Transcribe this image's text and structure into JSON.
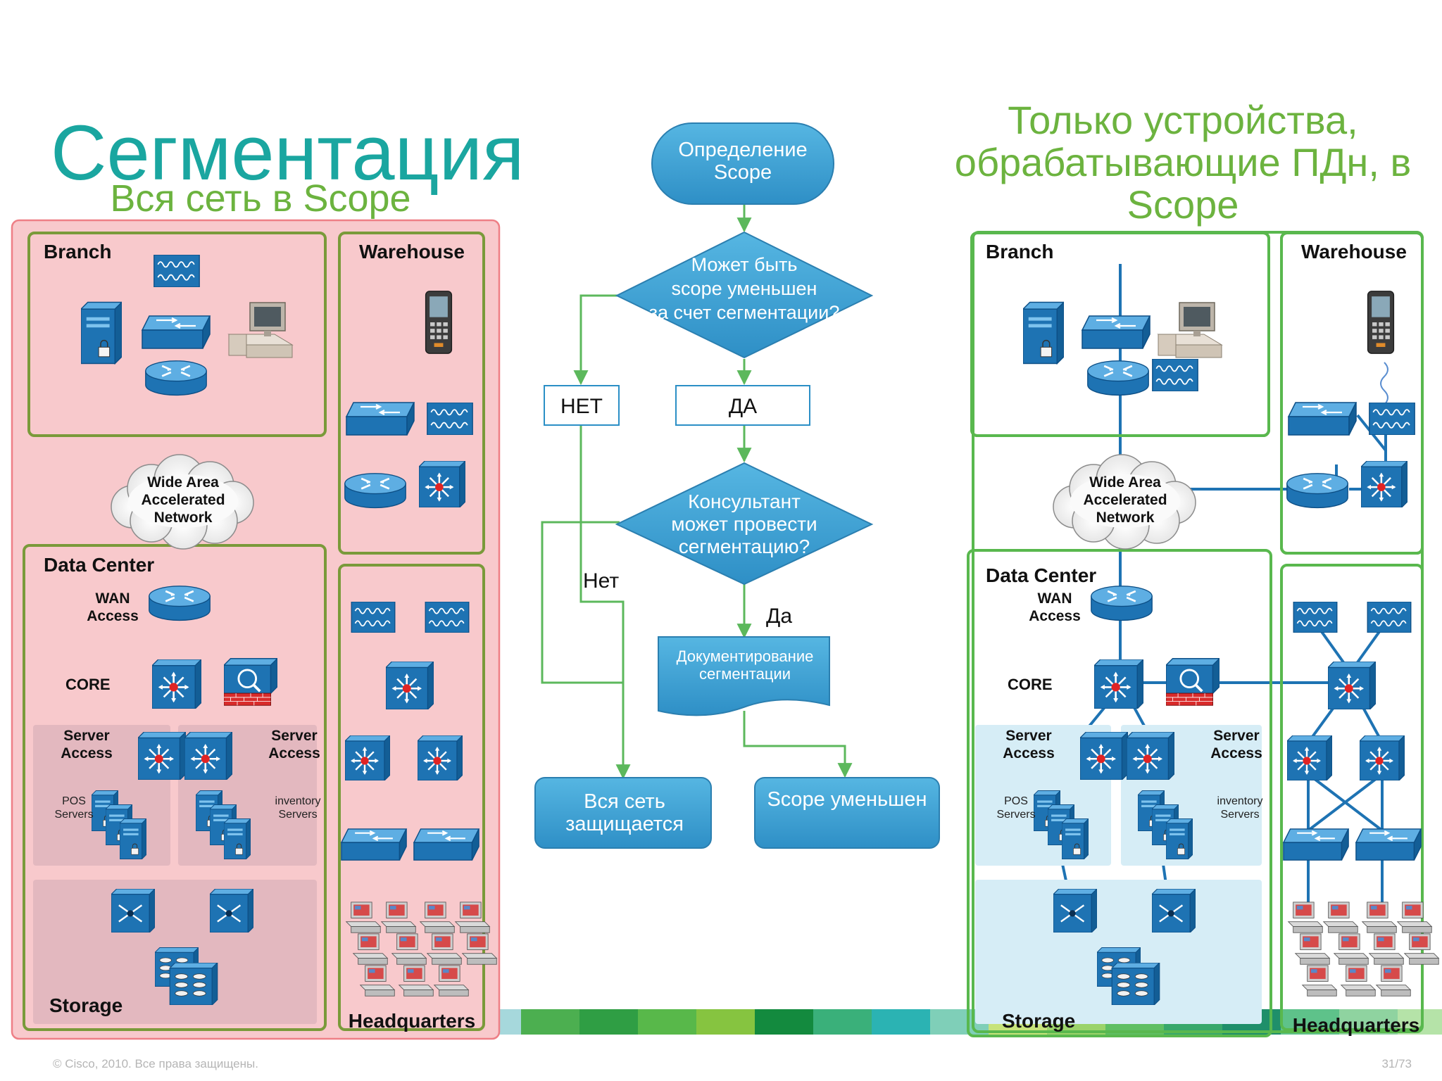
{
  "slide": {
    "title": "Сегментация",
    "left_subtitle": "Вся сеть в Scope",
    "right_title_lines": [
      "Только устройства,",
      "обрабатывающие ПДн, в",
      "Scope"
    ],
    "footer_copyright": "© Cisco, 2010. Все права защищены.",
    "page_number": "31/73"
  },
  "network": {
    "branch": "Branch",
    "warehouse": "Warehouse",
    "wan_cloud_lines": [
      "Wide Area",
      "Accelerated",
      "Network"
    ],
    "data_center": "Data Center",
    "wan_access_lines": [
      "WAN",
      "Access"
    ],
    "core": "CORE",
    "server_access_lines": [
      "Server",
      "Access"
    ],
    "pos_servers_lines": [
      "POS",
      "Servers"
    ],
    "inventory_servers_lines": [
      "inventory",
      "Servers"
    ],
    "storage": "Storage",
    "headquarters": "Headquarters"
  },
  "flowchart": {
    "start_lines": [
      "Определение",
      "Scope"
    ],
    "decision1_lines": [
      "Может быть",
      "scope уменьшен",
      "за счет сегментации?"
    ],
    "no_upper": "НЕТ",
    "yes_upper": "ДА",
    "decision2_lines": [
      "Консультант",
      "может провести",
      "сегментацию?"
    ],
    "no_lower": "Нет",
    "yes_lower": "Да",
    "document_lines": [
      "Документирование",
      "сегментации"
    ],
    "end_all_lines": [
      "Вся сеть",
      "защищается"
    ],
    "end_reduced": "Scope уменьшен"
  },
  "colors": {
    "title_teal": "#1aa6a0",
    "green": "#6cb33f",
    "frame_olive": "#7a9a3a",
    "pink_fill": "#f8c9cc",
    "pink_border": "#ee7f86",
    "flow_blue": "#3fa3d5",
    "cisco_blue": "#1e73b3",
    "light_blue_fill": "#d6edf6"
  }
}
